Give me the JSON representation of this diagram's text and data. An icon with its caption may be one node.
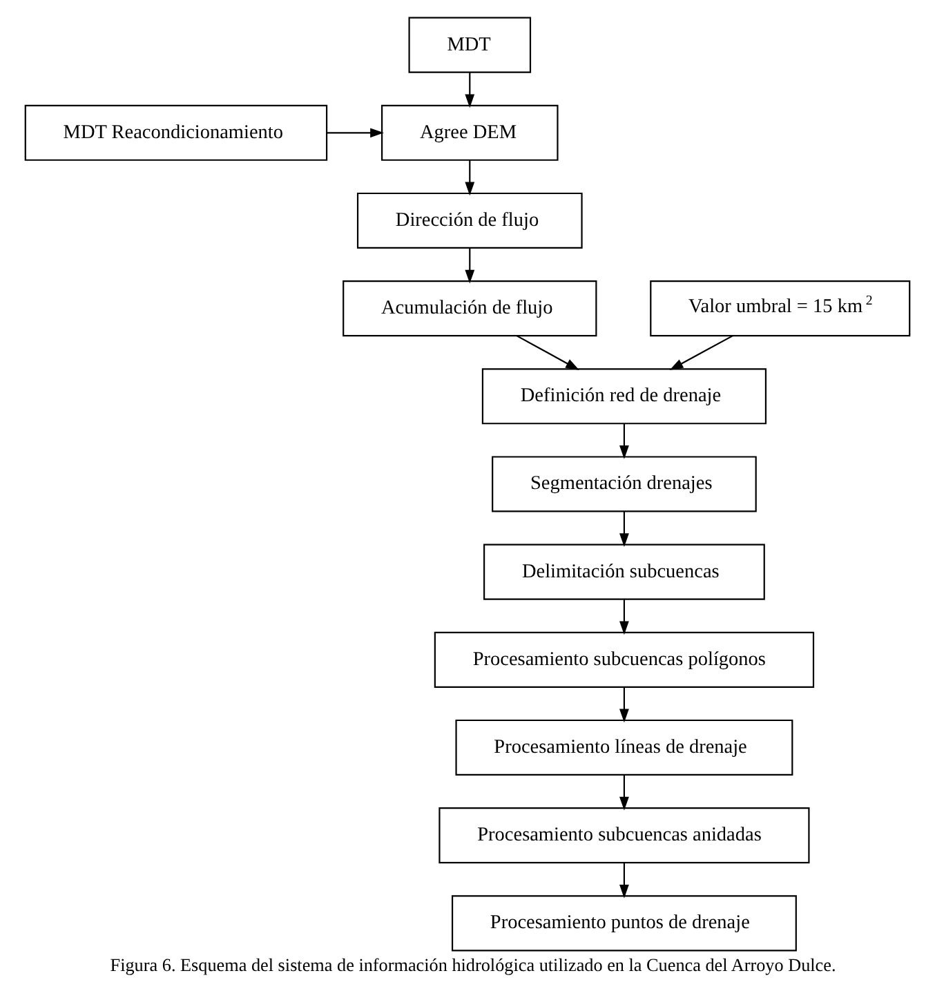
{
  "diagram": {
    "caption": "Figura 6. Esquema del sistema de información hidrológica utilizado en la Cuenca del Arroyo Dulce.",
    "nodes": [
      {
        "text": [
          "MDT"
        ]
      },
      {
        "text": [
          "MDT Reacondicionamiento"
        ]
      },
      {
        "text": [
          "Agree DEM"
        ]
      },
      {
        "text": [
          "Dirección de flujo"
        ]
      },
      {
        "text": [
          "Acumulación de flujo"
        ]
      },
      {
        "text": [
          "Valor umbral = 15 km$^{2}$"
        ]
      },
      {
        "text": [
          "Definición red de drenaje"
        ]
      },
      {
        "text": [
          "Segmentación drenajes"
        ]
      },
      {
        "text": [
          "Delimitación subcuencas"
        ]
      },
      {
        "text": [
          "Procesamiento subcuencas polígonos"
        ]
      },
      {
        "text": [
          "Procesamiento líneas de drenaje"
        ]
      },
      {
        "text": [
          "Procesamiento subcuencas anidadas"
        ]
      },
      {
        "text": [
          "Procesamiento puntos de drenaje"
        ]
      }
    ],
    "edges": [
      {
        "from": 0,
        "to": 2,
        "arrow": "to"
      },
      {
        "from": 1,
        "to": 2,
        "arrow": "to"
      },
      {
        "from": 2,
        "to": 3,
        "arrow": "to"
      },
      {
        "from": 3,
        "to": 4,
        "arrow": "to"
      },
      {
        "from": 4,
        "to": 6,
        "arrow": "to"
      },
      {
        "from": 5,
        "to": 6,
        "arrow": "to"
      },
      {
        "from": 6,
        "to": 7,
        "arrow": "to"
      },
      {
        "from": 7,
        "to": 8,
        "arrow": "to"
      },
      {
        "from": 8,
        "to": 9,
        "arrow": "to"
      },
      {
        "from": 9,
        "to": 10,
        "arrow": "to"
      },
      {
        "from": 10,
        "to": 11,
        "arrow": "to"
      },
      {
        "from": 11,
        "to": 12,
        "arrow": "to"
      }
    ]
  }
}
